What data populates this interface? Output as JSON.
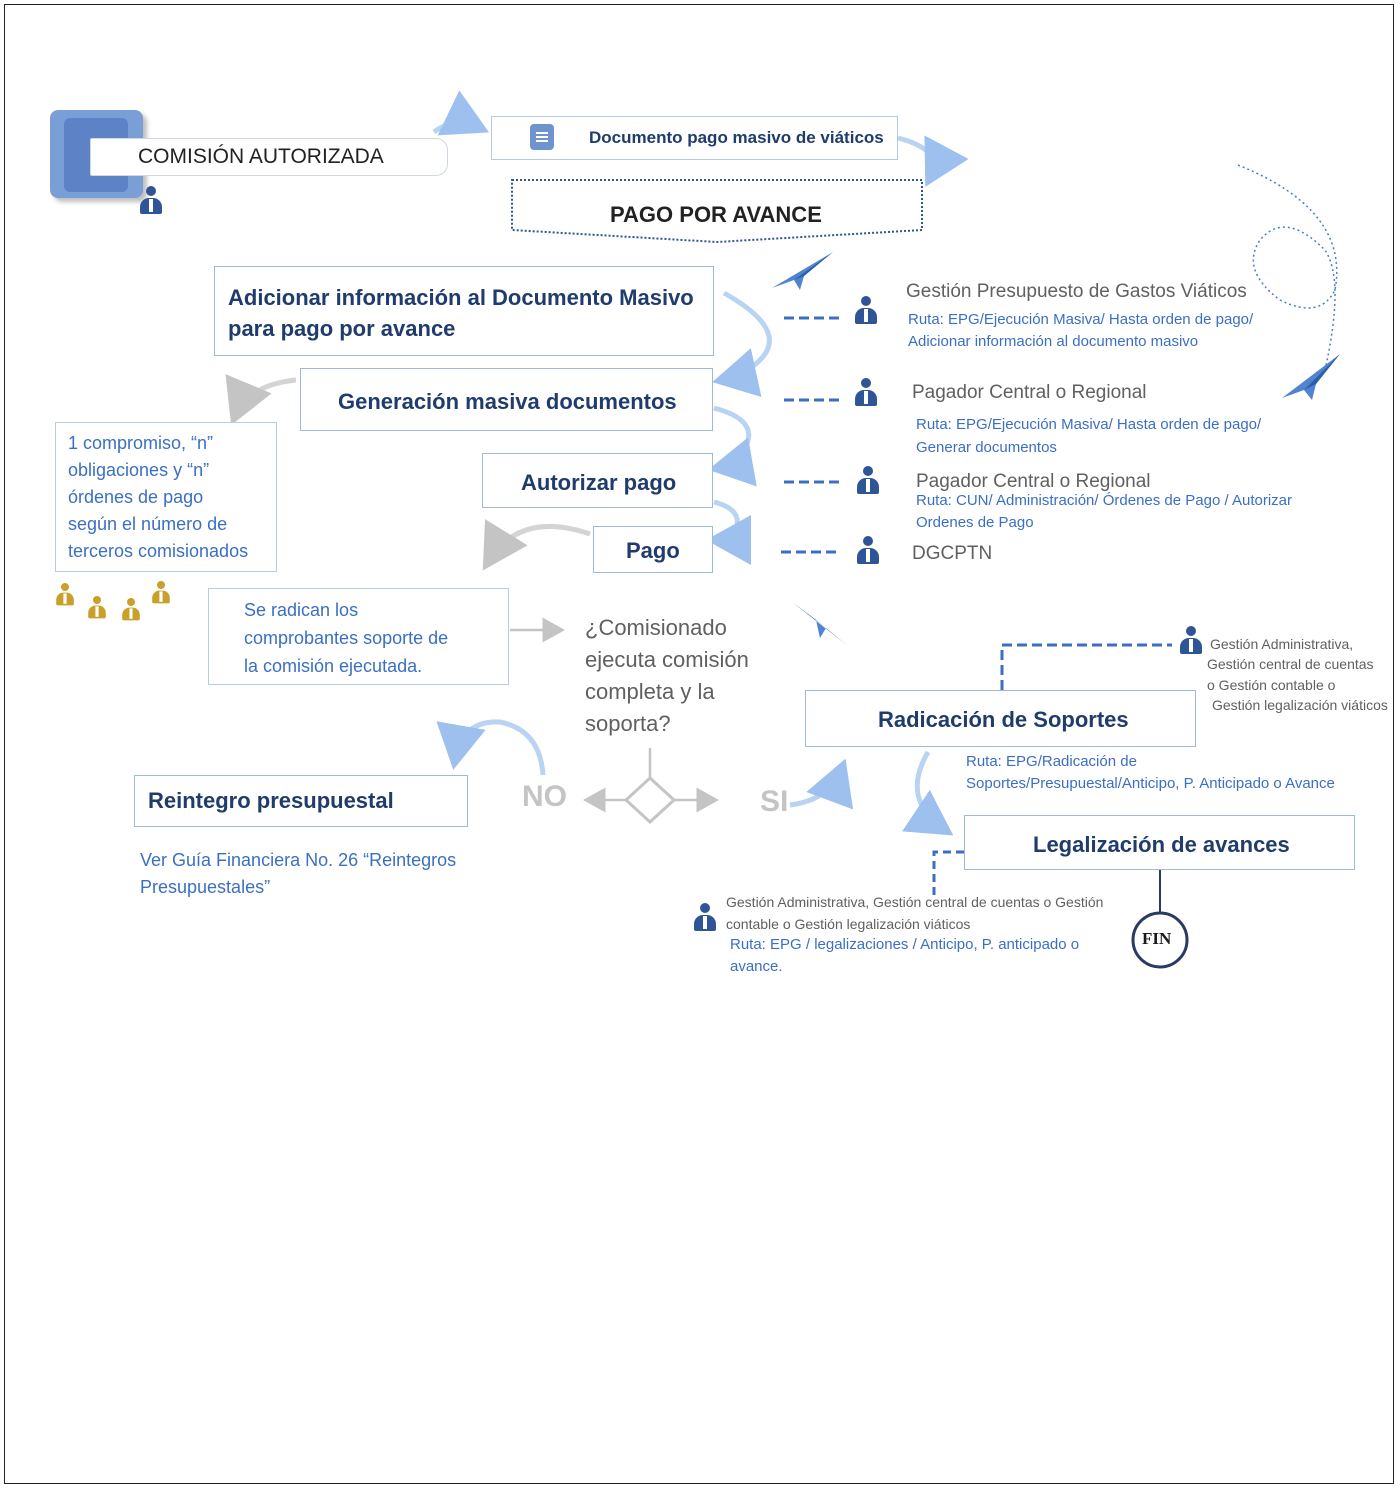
{
  "start": {
    "label": "COMISIÓN AUTORIZADA"
  },
  "document": {
    "label": "Documento pago masivo de viáticos"
  },
  "banner": {
    "label": "PAGO POR AVANCE"
  },
  "steps": {
    "adicionar": {
      "line1": "Adicionar información al Documento Masivo",
      "line2": "para pago por avance"
    },
    "generacion": {
      "label": "Generación masiva documentos"
    },
    "autorizar": {
      "label": "Autorizar pago"
    },
    "pago": {
      "label": "Pago"
    },
    "radicacion": {
      "label": "Radicación de Soportes"
    },
    "legalizacion": {
      "label": "Legalización de avances"
    },
    "reintegro": {
      "label": "Reintegro presupuestal"
    }
  },
  "roles": {
    "adicionar": {
      "role": "Gestión Presupuesto de Gastos Viáticos",
      "ruta1": "Ruta: EPG/Ejecución Masiva/ Hasta orden de pago/",
      "ruta2": "Adicionar información al documento masivo"
    },
    "generacion": {
      "role": "Pagador Central o Regional",
      "ruta1": "Ruta: EPG/Ejecución Masiva/ Hasta orden de pago/",
      "ruta2": "Generar documentos"
    },
    "autorizar": {
      "role": "Pagador Central o Regional",
      "ruta1": "Ruta: CUN/ Administración/ Órdenes de Pago / Autorizar",
      "ruta2": "Ordenes de Pago"
    },
    "pago": {
      "role": "DGCPTN"
    },
    "radicacion": {
      "line1": "Gestión Administrativa,",
      "line2": "Gestión central de cuentas",
      "line3": "o Gestión contable o",
      "line4": "Gestión legalización viáticos",
      "ruta1": "Ruta: EPG/Radicación de",
      "ruta2": "Soportes/Presupuestal/Anticipo, P. Anticipado o Avance"
    },
    "legalizacion": {
      "line1": "Gestión Administrativa, Gestión central de cuentas o Gestión",
      "line2": "contable o  Gestión legalización viáticos",
      "ruta1": "Ruta: EPG / legalizaciones / Anticipo, P. anticipado o",
      "ruta2": "avance."
    }
  },
  "notes": {
    "compromiso": [
      "1 compromiso, “n”",
      "obligaciones y “n”",
      "órdenes de pago",
      "según el número de",
      "terceros comisionados"
    ],
    "radican": [
      "Se radican los",
      "comprobantes soporte de",
      "la comisión ejecutada."
    ],
    "reintegro": [
      "Ver Guía Financiera  No. 26 “Reintegros",
      "Presupuestales”"
    ]
  },
  "decision": {
    "lines": [
      "¿Comisionado",
      "ejecuta comisión",
      "completa y la",
      "soporta?"
    ],
    "no": "NO",
    "si": "SI"
  },
  "end": {
    "label": "FIN"
  }
}
